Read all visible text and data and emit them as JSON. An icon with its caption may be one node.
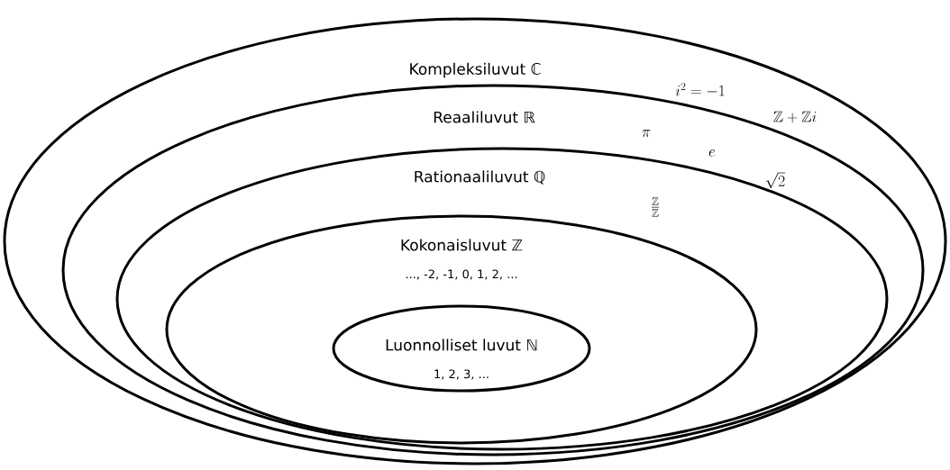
{
  "diagram": {
    "nodes": [
      {
        "text": [
          "Kompleksiluvut ℂ"
        ]
      },
      {
        "text": [
          "Reaaliluvut ℝ"
        ],
        "in": 0
      },
      {
        "text": [
          "Rationaaliluvut ℚ"
        ],
        "in": 1
      },
      {
        "text": [
          "Kokonaisluvut ℤ",
          "..., -2, -1, 0, 1, 2, ..."
        ],
        "in": 2
      },
      {
        "text": [
          "Luonnolliset luvut ℕ",
          "1, 2, 3, ..."
        ],
        "in": 3
      }
    ],
    "labels": [
      "i^2 = -1",
      "\\mathbb{Z}+\\mathbb{Z}i",
      "\\pi",
      "e",
      "\\sqrt{2}",
      "\\frac{\\mathbb{Z}}{\\mathbb{Z}}"
    ]
  }
}
